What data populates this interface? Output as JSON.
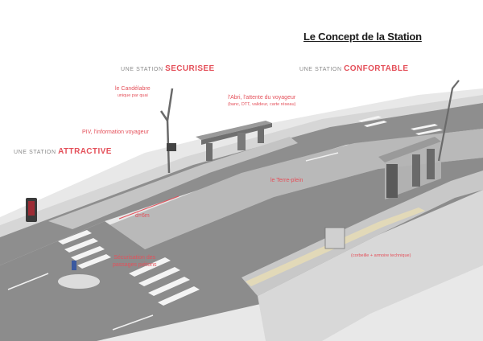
{
  "title": "Le Concept de la Station",
  "captions": {
    "securisee": {
      "prefix": "UNE STATION ",
      "word": "SECURISEE"
    },
    "confortable": {
      "prefix": "UNE STATION ",
      "word": "CONFORTABLE"
    },
    "attractive": {
      "prefix": "UNE STATION ",
      "word": "ATTRACTIVE"
    }
  },
  "annotations": {
    "candelabre": {
      "main": "le Candélabre",
      "sub": "unique par quai"
    },
    "abri": {
      "main": "l'Abri, l'attente du voyageur",
      "sub": "(banc, DTT, valideur, carte réseau)"
    },
    "piv": "PIV, l'information voyageur",
    "terre_plein": "le Terre-plein",
    "distance": "d=6m",
    "securisation": {
      "line1": "Sécurisation des",
      "line2": "passages piétons"
    },
    "corbeille": "(corbeille + armoire technique)"
  },
  "colors": {
    "accent": "#e4505a",
    "caption_grey": "#8a8a8a"
  }
}
